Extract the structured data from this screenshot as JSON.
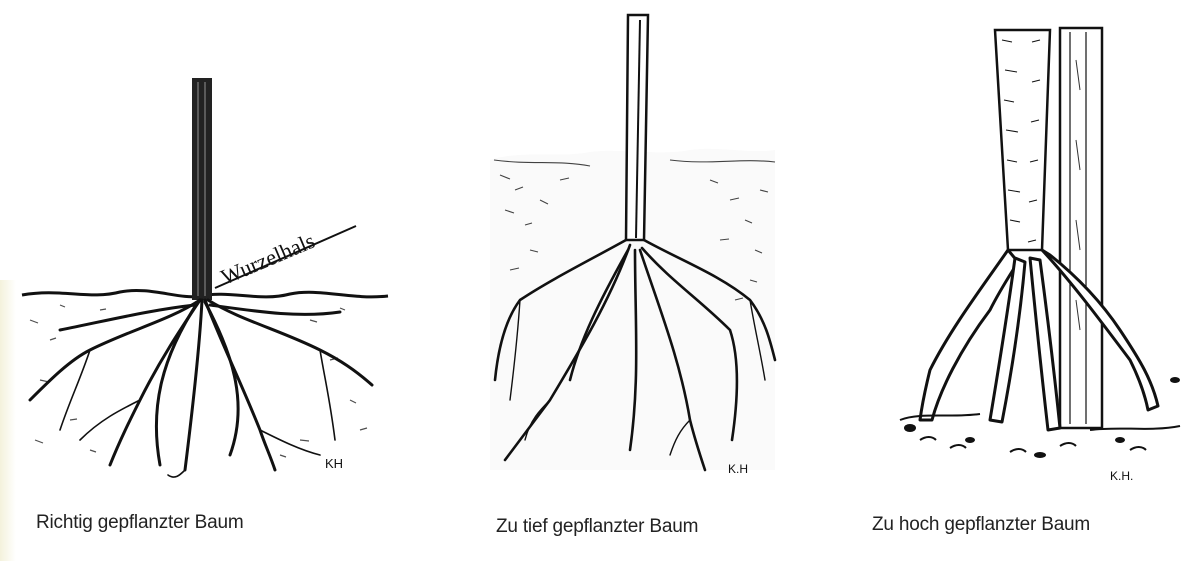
{
  "panels": [
    {
      "caption": "Richtig gepflanzter Baum",
      "label": "Wurzelhals",
      "initials": "KH"
    },
    {
      "caption": "Zu tief gepflanzter Baum",
      "initials": "K.H"
    },
    {
      "caption": "Zu hoch gepflanzter Baum",
      "initials": "K.H."
    }
  ]
}
